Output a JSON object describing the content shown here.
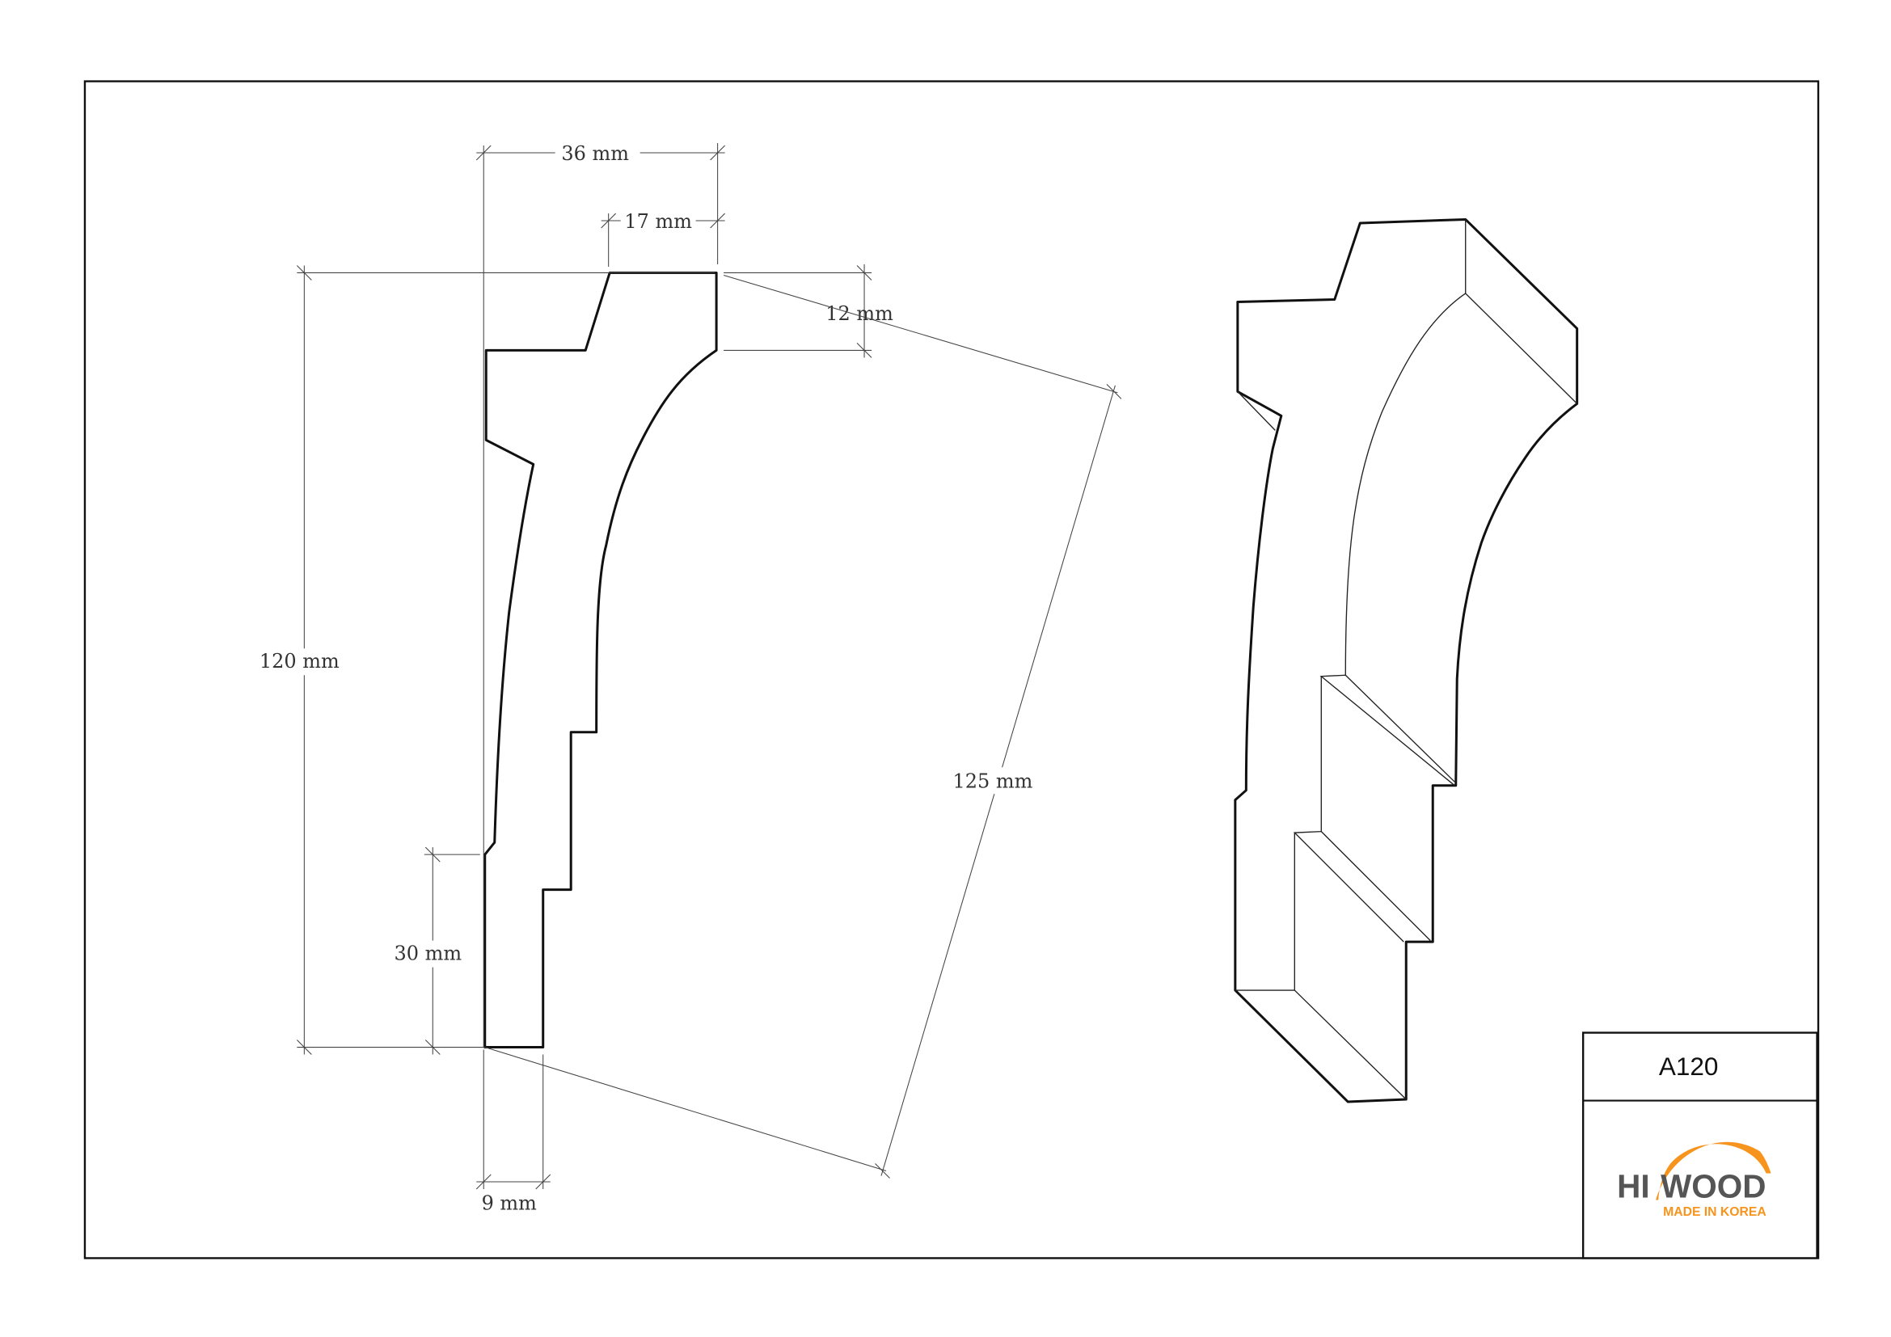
{
  "drawing": {
    "dimensions": {
      "width_total": "36 mm",
      "width_top": "17 mm",
      "top_step": "12 mm",
      "height": "120 mm",
      "diagonal": "125 mm",
      "bottom_step": "30 mm",
      "bottom_width": "9 mm"
    }
  },
  "title_block": {
    "product_code": "A120",
    "logo_text": "HI WOOD",
    "logo_tagline": "MADE IN KOREA"
  },
  "colors": {
    "logo_gray": "#555555",
    "logo_orange": "#F7941D"
  }
}
